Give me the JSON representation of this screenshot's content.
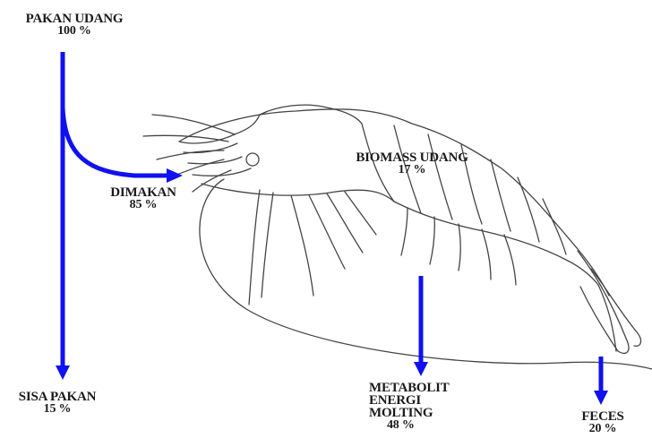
{
  "diagram": {
    "colors": {
      "arrow": "#1010f0",
      "outline": "#444444",
      "text": "#1a1a1a"
    },
    "nodes": {
      "feed": {
        "label": "PAKAN UDANG",
        "value": "100 %"
      },
      "eaten": {
        "label": "DIMAKAN",
        "value": "85 %"
      },
      "biomass": {
        "label": "BIOMASS UDANG",
        "value": "17 %"
      },
      "leftover": {
        "label": "SISA PAKAN",
        "value": "15 %"
      },
      "metabolism": {
        "label_lines": [
          "METABOLIT",
          "ENERGI",
          "MOLTING"
        ],
        "value": "48 %"
      },
      "feces": {
        "label": "FECES",
        "value": "20 %"
      }
    },
    "illustration": "shrimp-drawing"
  }
}
